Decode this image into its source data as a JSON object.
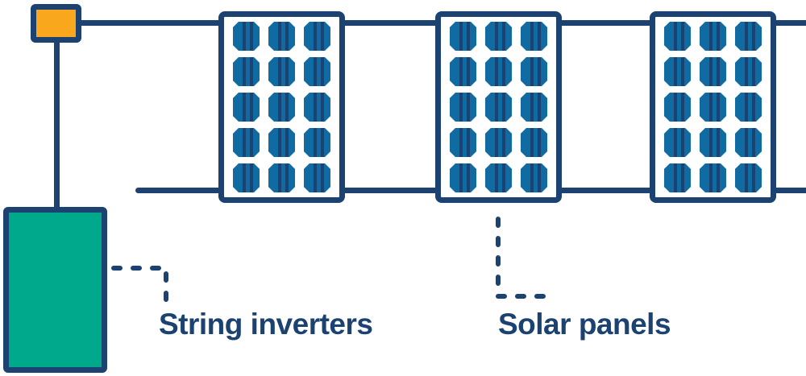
{
  "labels": {
    "string_inverters": "String inverters",
    "solar_panels": "Solar panels"
  },
  "colors": {
    "navy": "#1B4271",
    "cell-blue": "#0F6BA1",
    "inverter-green": "#00A98C",
    "junction-yellow": "#F9A81D",
    "canvas-bg": "#FFFFFF"
  },
  "panels": {
    "count": 3,
    "rows": 5,
    "columns": 3,
    "cells_per_panel": 15
  }
}
